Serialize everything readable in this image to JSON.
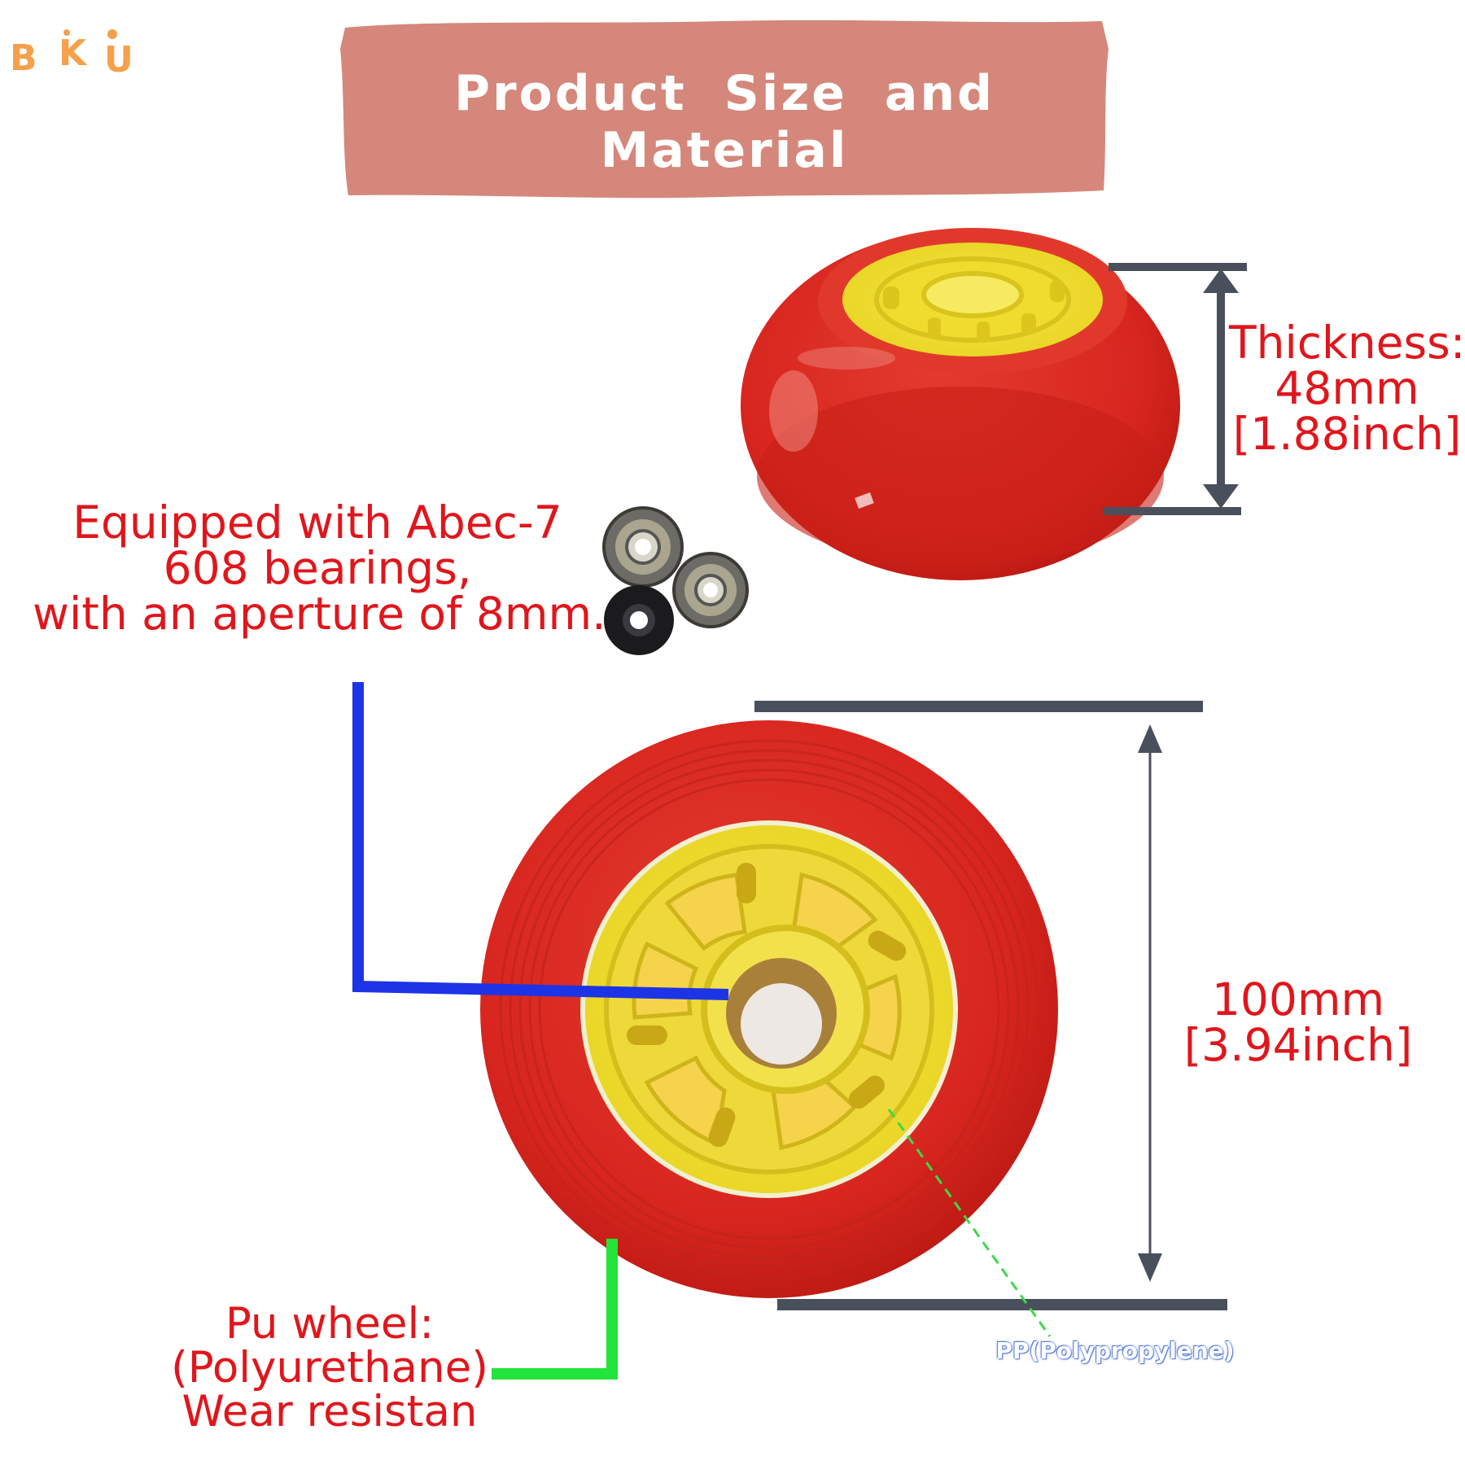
{
  "brand": {
    "logo_text": "BKU",
    "color": "#f5a04a"
  },
  "banner": {
    "title": "Product Size and Material",
    "color": "#d4877a"
  },
  "annotations": {
    "bearings": {
      "lines": [
        "Equipped with Abec-7",
        "608 bearings,",
        "with an aperture of 8mm."
      ]
    },
    "thickness": {
      "lines": [
        "Thickness:",
        "48mm",
        "[1.88inch]"
      ]
    },
    "diameter": {
      "lines": [
        "100mm",
        "[3.94inch]"
      ]
    },
    "pu_wheel": {
      "lines": [
        "Pu wheel:",
        "(Polyurethane)",
        "Wear resistan"
      ]
    },
    "pp_hub": {
      "text": "PP(Polypropylene)"
    }
  },
  "colors": {
    "label_red": "#e0161c",
    "wheel_red": "#d8261f",
    "hub_yellow": "#f2e23a",
    "dimension_gray": "#4a4f5c",
    "leader_blue": "#1c34e6",
    "leader_green": "#22e43a",
    "leader_green_dashed": "#3ed84a"
  }
}
